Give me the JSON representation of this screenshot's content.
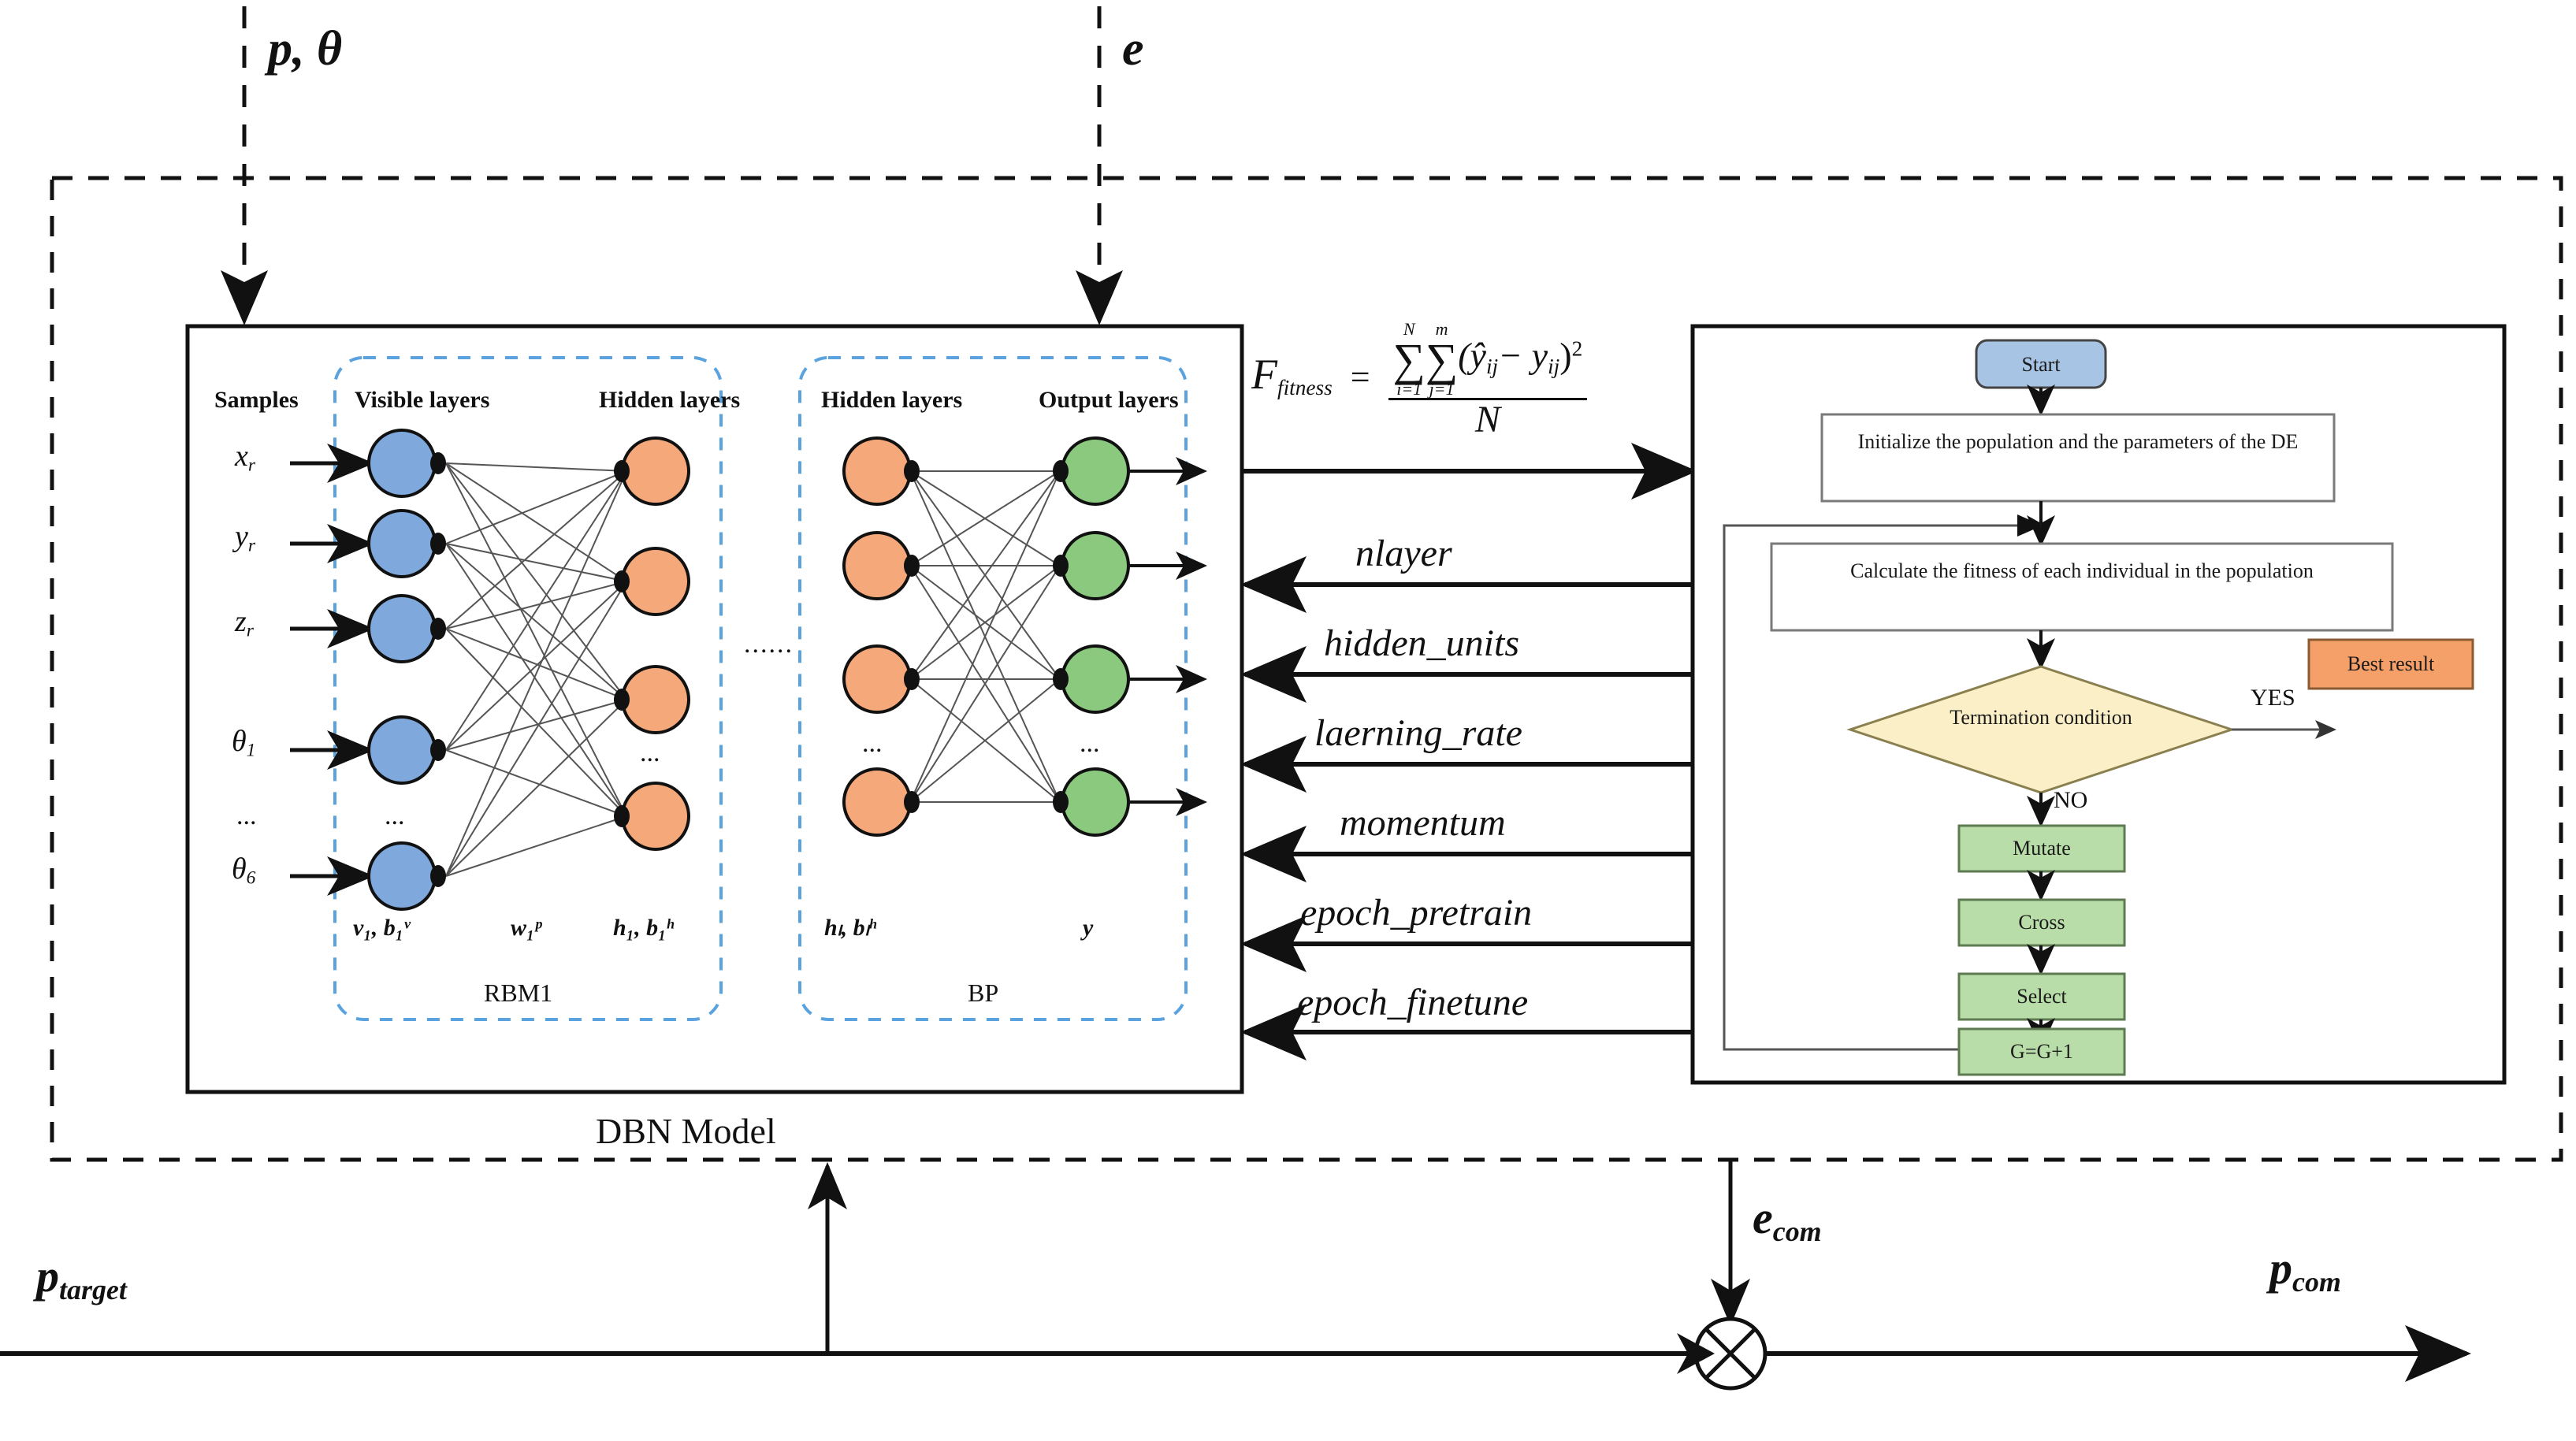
{
  "diagram": {
    "title": "DE-optimized DBN Model control-loop block diagram",
    "outer_block_label": "DBN Model",
    "inputs": {
      "top_left": "p, θ",
      "top_right": "e"
    },
    "bottom": {
      "left_signal": "p",
      "left_signal_sub": "target",
      "feedback_signal": "e",
      "feedback_signal_sub": "com",
      "output_signal": "p",
      "output_signal_sub": "com",
      "sum_node_glyph": "⊗"
    }
  },
  "dbn": {
    "samples_header": "Samples",
    "sample_labels": [
      "x",
      "y",
      "z",
      "θ",
      "...",
      "θ"
    ],
    "sample_subs": [
      "r",
      "r",
      "r",
      "1",
      "",
      "6"
    ],
    "rbm": {
      "group_label": "RBM1",
      "visible_header": "Visible layers",
      "hidden_header": "Hidden layers",
      "visible_caption": "v₁, b₁ᵛ",
      "weight_caption": "w₁ᵖ",
      "hidden_caption": "h₁, b₁ʰ",
      "visible_node_count": 5,
      "hidden_node_count": 4,
      "visible_ellipsis": "...",
      "hidden_ellipsis": "..."
    },
    "between_groups_ellipsis": "......",
    "bp": {
      "group_label": "BP",
      "hidden_header": "Hidden layers",
      "output_header": "Output layers",
      "hidden_caption": "hₗ, bₗʰ",
      "output_caption": "y",
      "hidden_node_count": 4,
      "output_node_count": 4,
      "hidden_ellipsis": "...",
      "output_ellipsis": "..."
    }
  },
  "fitness": {
    "symbol": "F",
    "symbol_sub": "fitness",
    "equals": "=",
    "sum1_top": "N",
    "sum1_bot": "i=1",
    "sum2_top": "m",
    "sum2_bot": "j=1",
    "sigma": "∑",
    "numerator_body": "(ŷ",
    "numerator_sub1": "ij",
    "numerator_minus": "− y",
    "numerator_sub2": "ij",
    "numerator_close": ")",
    "numerator_power": "2",
    "denominator": "N",
    "full_text": "F_fitness = ∑(i=1..N) ∑(j=1..m) (ŷij − yij)² / N"
  },
  "parameters": [
    {
      "label": "nlayer"
    },
    {
      "label": "hidden_units"
    },
    {
      "label": "laerning_rate"
    },
    {
      "label": "momentum"
    },
    {
      "label": "epoch_pretrain"
    },
    {
      "label": "epoch_finetune"
    }
  ],
  "flowchart": {
    "nodes": [
      {
        "id": "start",
        "label": "Start",
        "shape": "rounded",
        "color": "#A8C4E5"
      },
      {
        "id": "init",
        "label": "Initialize the population and the parameters of the DE",
        "shape": "rect",
        "color": "#FFFFFF"
      },
      {
        "id": "calc",
        "label": "Calculate the fitness of each individual in the population",
        "shape": "rect",
        "color": "#FFFFFF"
      },
      {
        "id": "term",
        "label": "Termination condition",
        "shape": "diamond",
        "color": "#FBEFC8"
      },
      {
        "id": "best",
        "label": "Best result",
        "shape": "rect",
        "color": "#F5A069"
      },
      {
        "id": "mutate",
        "label": "Mutate",
        "shape": "rect",
        "color": "#B9DDA9"
      },
      {
        "id": "cross",
        "label": "Cross",
        "shape": "rect",
        "color": "#B9DDA9"
      },
      {
        "id": "select",
        "label": "Select",
        "shape": "rect",
        "color": "#B9DDA9"
      },
      {
        "id": "gen",
        "label": "G=G+1",
        "shape": "rect",
        "color": "#B9DDA9"
      }
    ],
    "edge_labels": {
      "yes": "YES",
      "no": "NO"
    }
  },
  "colors": {
    "visible_node": "#7FA8DC",
    "hidden_node": "#F5A97A",
    "output_node": "#8BC97E",
    "group_dash": "#5BA3DE",
    "start_box": "#A8C4E5",
    "diamond": "#FBEFC8",
    "best_result": "#F5A069",
    "de_step": "#B9DDA9",
    "stroke": "#1a1a1a"
  }
}
